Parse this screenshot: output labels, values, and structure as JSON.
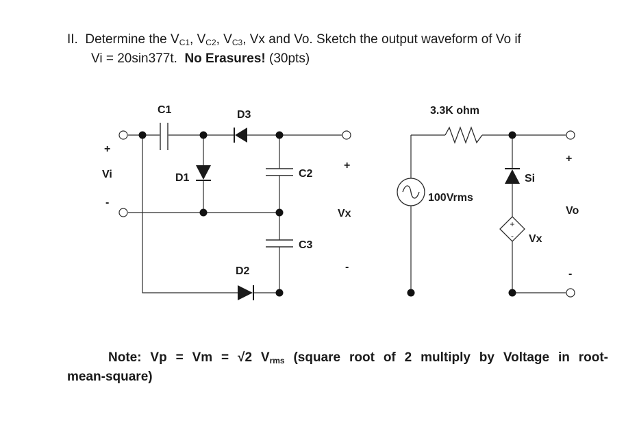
{
  "question": {
    "number": "II.",
    "line1_pre": "Determine the V",
    "c1_sub": "C1",
    "sep1": ", V",
    "c2_sub": "C2",
    "sep2": ", V",
    "c3_sub": "C3",
    "line1_post": ", Vx and Vo. Sketch the output waveform of Vo if",
    "line2_pre": "Vi = 20sin377t.",
    "no_erasures": "No Erasures!",
    "points": "(30pts)"
  },
  "circuit_left": {
    "c1": "C1",
    "c2": "C2",
    "c3": "C3",
    "d1": "D1",
    "d2": "D2",
    "d3": "D3",
    "vi": "Vi",
    "vi_plus": "+",
    "vi_minus": "-",
    "vx": "Vx",
    "vx_plus": "+",
    "vx_minus": "-"
  },
  "circuit_right": {
    "resistor": "3.3K ohm",
    "source": "100Vrms",
    "diode": "Si",
    "dep_source": "Vx",
    "dep_plus": "+",
    "dep_minus": "-",
    "vo": "Vo",
    "vo_plus": "+",
    "vo_minus": "-"
  },
  "note": {
    "line1": "Note: Vp = Vm = √2 V",
    "rms_sub": "rms",
    "line1_post": " (square root of 2 multiply by Voltage in root-",
    "line2": "mean-square)"
  }
}
